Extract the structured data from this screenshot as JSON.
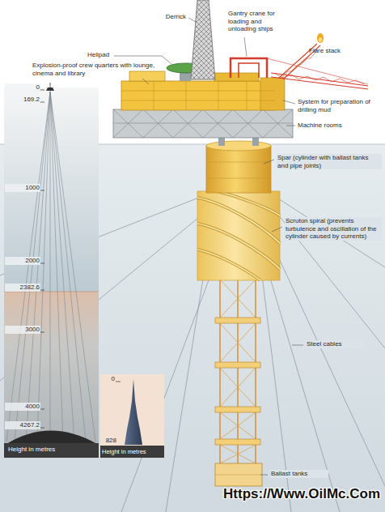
{
  "diagram": {
    "labels": [
      "Derrick",
      "Helipad",
      "Gantry crane for loading and unloading ships",
      "Flare stack",
      "Explosion-proof crew quarters with lounge, cinema and library",
      "System for preparation of drilling mud",
      "Machine rooms",
      "Spar (cylinder with ballast tanks and pipe joints)",
      "Scruton spiral (prevents turbulence and oscillation of the cylinder caused by currents)",
      "Steel cables",
      "Ballast tanks",
      "0",
      "169.2",
      "1000",
      "2000",
      "2382.6",
      "3000",
      "4000",
      "4267.2",
      "Height in metres",
      "0",
      "828",
      "Height in metres",
      "Https://Www.OilMc.Com"
    ]
  }
}
